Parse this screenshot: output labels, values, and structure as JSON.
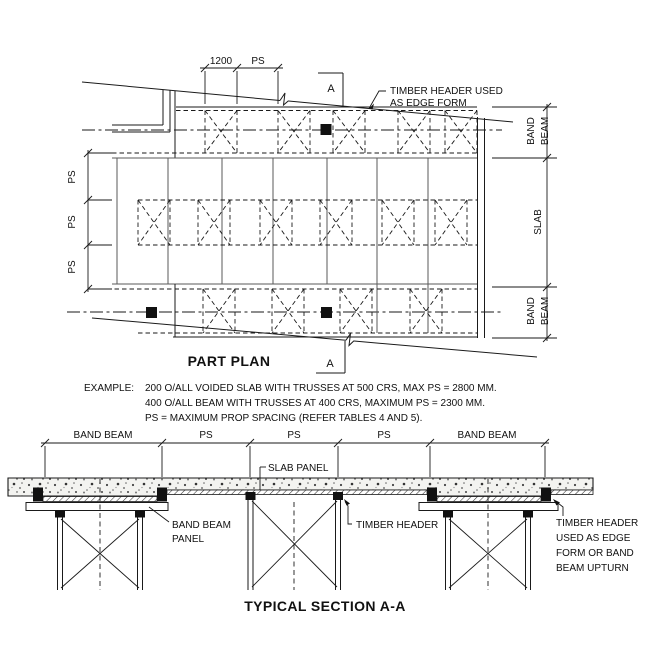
{
  "plan": {
    "title": "PART PLAN",
    "dims": {
      "d1200": "1200",
      "ps": "PS"
    },
    "left_ps": [
      "PS",
      "PS",
      "PS"
    ],
    "right_labels": {
      "band_top": [
        "BAND",
        "BEAM"
      ],
      "slab": "SLAB",
      "band_bottom": [
        "BAND",
        "BEAM"
      ]
    },
    "note_edge_form": [
      "TIMBER HEADER USED",
      "AS EDGE FORM"
    ],
    "section_marker": "A"
  },
  "example": {
    "label": "EXAMPLE:",
    "lines": [
      "200 O/ALL VOIDED SLAB WITH TRUSSES AT 500 CRS, MAX PS = 2800 MM.",
      "400 O/ALL BEAM WITH TRUSSES AT 400 CRS, MAXIMUM PS = 2300 MM.",
      "PS = MAXIMUM PROP SPACING (REFER TABLES 4 AND 5)."
    ]
  },
  "section": {
    "title": "TYPICAL SECTION A-A",
    "dims": [
      "BAND BEAM",
      "PS",
      "PS",
      "PS",
      "BAND BEAM"
    ],
    "labels": {
      "slab_panel": "SLAB PANEL",
      "band_beam_panel": [
        "BAND BEAM",
        "PANEL"
      ],
      "timber_header": "TIMBER HEADER",
      "edge_form": [
        "TIMBER HEADER",
        "USED AS EDGE",
        "FORM OR BAND",
        "BEAM UPTURN"
      ]
    }
  },
  "colors": {
    "line": "#1a1a1a",
    "gray_line": "#5a5a5a"
  }
}
